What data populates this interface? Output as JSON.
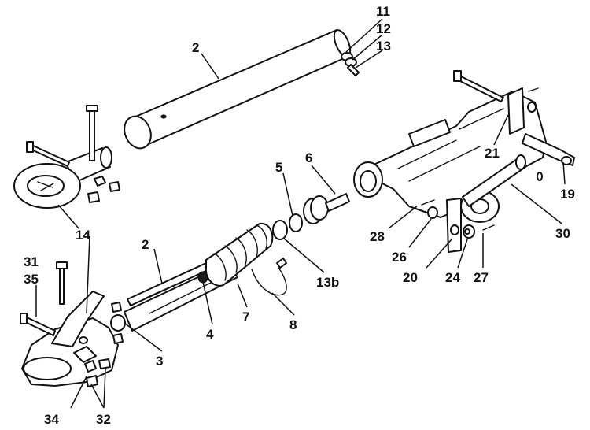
{
  "callouts": {
    "c2_top": "2",
    "c11": "11",
    "c12": "12",
    "c13": "13",
    "c14": "14",
    "c31": "31",
    "c35": "35",
    "c34": "34",
    "c32": "32",
    "c3": "3",
    "c4": "4",
    "c7": "7",
    "c8": "8",
    "c2_mid": "2",
    "c5": "5",
    "c6": "6",
    "c13b": "13b",
    "c21": "21",
    "c19": "19",
    "c30": "30",
    "c28": "28",
    "c26": "26",
    "c20": "20",
    "c24": "24",
    "c27": "27"
  },
  "colors": {
    "ink": "#111111",
    "paper": "#ffffff"
  }
}
